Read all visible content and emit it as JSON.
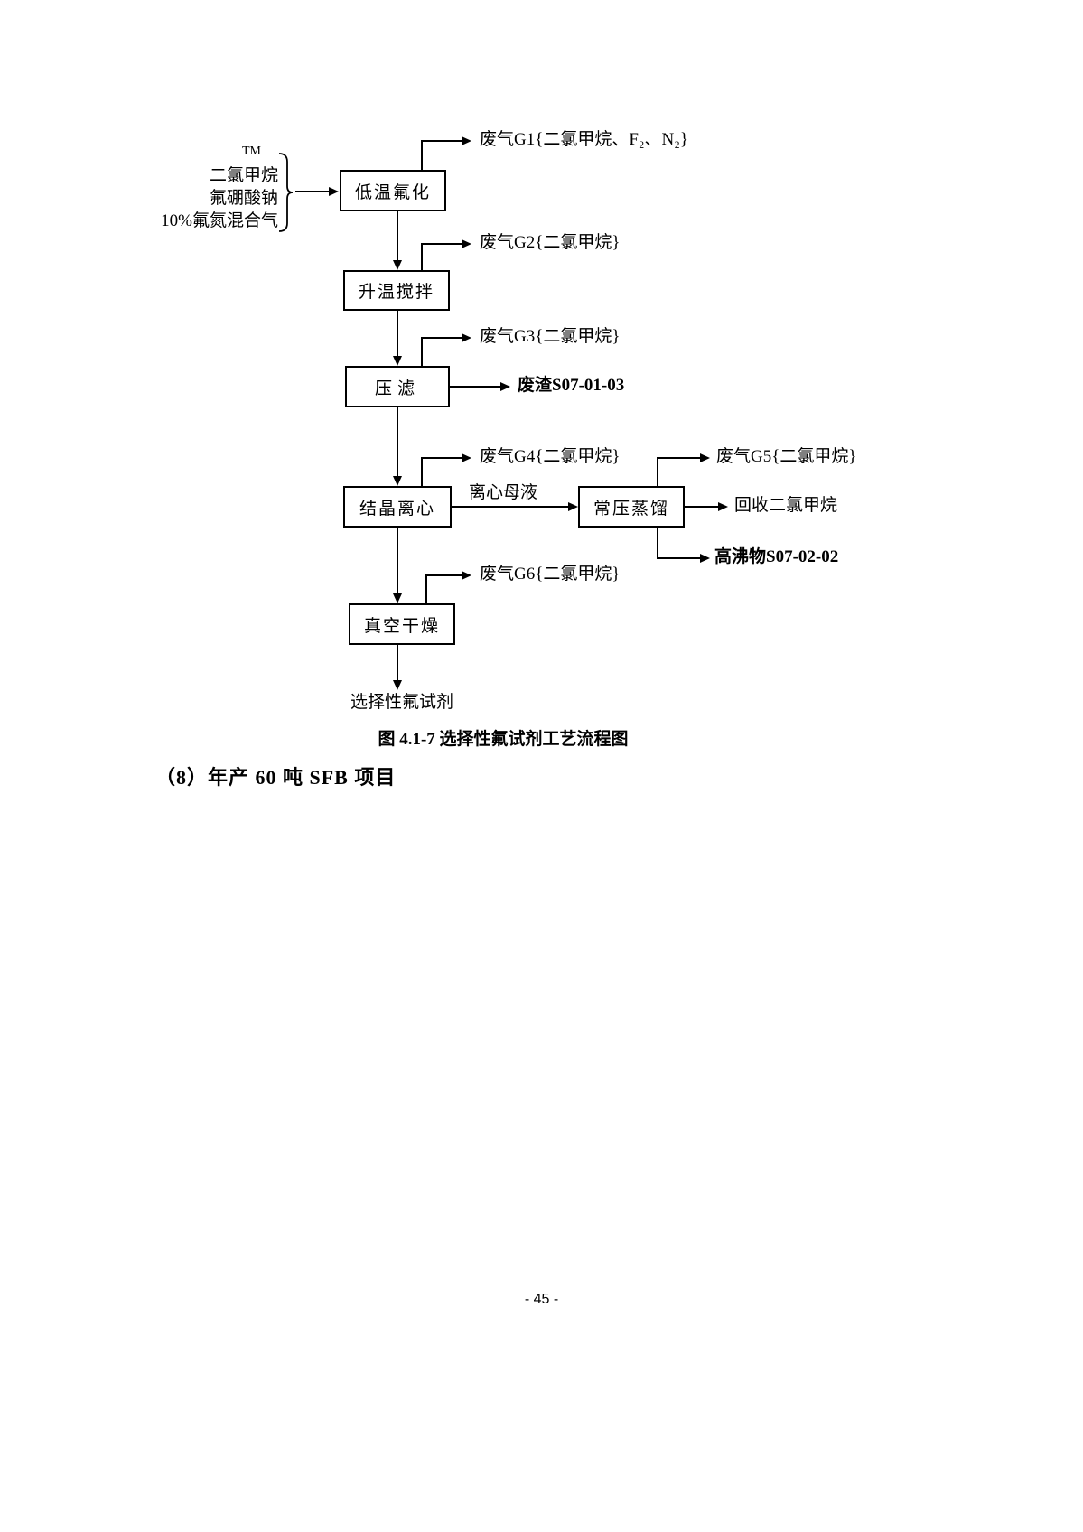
{
  "page": {
    "caption": "图 4.1-7 选择性氟试剂工艺流程图",
    "heading": "（8）年产 60 吨 SFB 项目",
    "page_number": "- 45 -"
  },
  "flow": {
    "inputs": {
      "tm_mark": "TM",
      "items": [
        "二氯甲烷",
        "氟硼酸钠",
        "10%氟氮混合气"
      ]
    },
    "steps": {
      "low_temp_fluorination": "低温氟化",
      "heat_stir": "升温搅拌",
      "press_filter": "压滤",
      "crystallize_centrifuge": "结晶离心",
      "atmospheric_distillation": "常压蒸馏",
      "vacuum_drying": "真空干燥"
    },
    "streams": {
      "g1": "废气G1{二氯甲烷、F₂、N₂}",
      "g2": "废气G2{二氯甲烷}",
      "g3": "废气G3{二氯甲烷}",
      "g4": "废气G4{二氯甲烷}",
      "g5": "废气G5{二氯甲烷}",
      "g6": "废气G6{二氯甲烷}",
      "residue": "废渣S07-01-03",
      "mother_liquor": "离心母液",
      "recovered_dcm": "回收二氯甲烷",
      "high_boiler": "高沸物S07-02-02",
      "product": "选择性氟试剂"
    }
  }
}
